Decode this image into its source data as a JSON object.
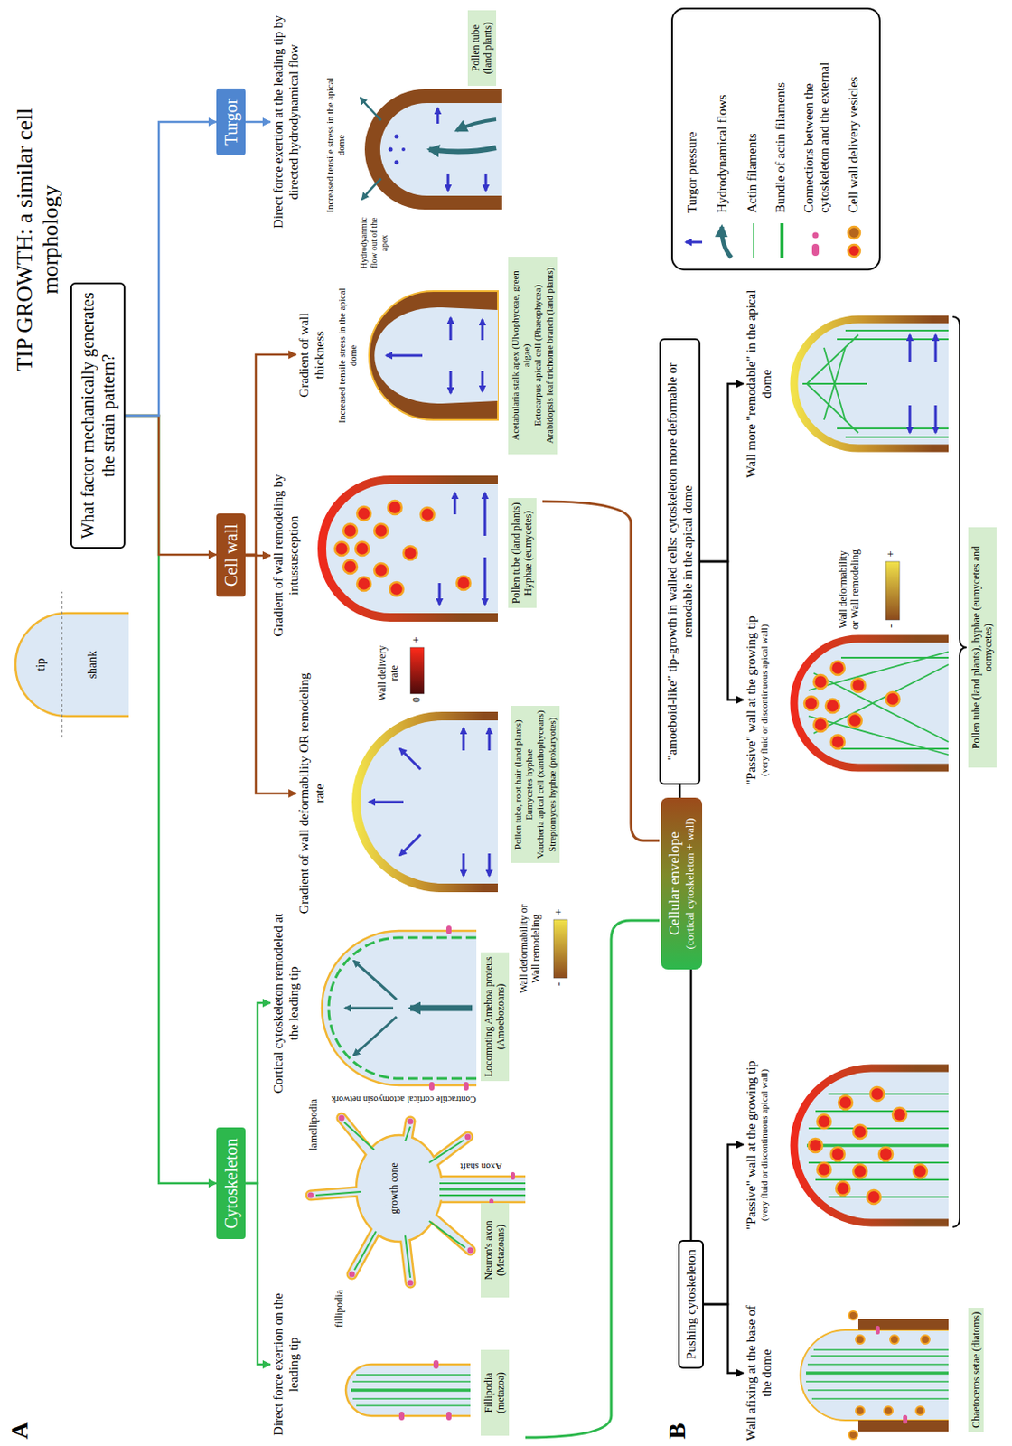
{
  "diagram": {
    "title": "TIP GROWTH: a similar cell morphology",
    "nodes": [
      {
        "text": [
          "What factor mechanically generates the strain pattern?"
        ]
      },
      {
        "text": [
          "Cytoskeleton"
        ]
      },
      {
        "text": [
          "Cell wall"
        ]
      },
      {
        "text": [
          "Turgor"
        ]
      },
      {
        "text": [
          "Direct force exertion on the leading tip"
        ]
      },
      {
        "text": [
          "Cortical cytoskeleton remodeled at the leading tip"
        ]
      },
      {
        "text": [
          "Gradient of wall deformability OR remodeling rate"
        ]
      },
      {
        "text": [
          "Gradient of wall remodeling by intussusception"
        ]
      },
      {
        "text": [
          "Gradient of wall thickness"
        ]
      },
      {
        "text": [
          "Direct force exertion at the leading tip by directed hydrodynamical flow"
        ]
      },
      {
        "text": [
          "Fillipodia (metazoa)"
        ]
      },
      {
        "text": [
          "Neuron's axon (Metazoans)"
        ]
      },
      {
        "text": [
          "Locomoting Ameboa proteus (Amoebozoans)"
        ]
      },
      {
        "text": [
          "Pollen tube, root hair (land plants)",
          "Eumycetes hyphae",
          "Vaucheria apical cell (xanthophyceans)",
          "Streptomyces hyphae (prokaryotes)"
        ]
      },
      {
        "text": [
          "Pollen tube (land plants)",
          "Hyphae (eumycetes)"
        ]
      },
      {
        "text": [
          "Acetabularia stalk apex (Ulvophyceae, green algae)",
          "Ectocarpus apical cell (Phaeophycea)",
          "Arabidopsis leaf trichome branch (land plants)"
        ]
      },
      {
        "text": [
          "Pollen tube (land plants)"
        ]
      },
      {
        "text": [
          "Cellular envelope",
          "(cortical cytoskeleton + wall)"
        ]
      },
      {
        "text": [
          "Pushing cytoskeleton"
        ]
      },
      {
        "text": [
          "\"amoeboid-like\" tip-growth in walled cells: cytoskeleton more deformable or remodable in the apical dome"
        ]
      },
      {
        "text": [
          "Wall afixing at the base of the dome"
        ]
      },
      {
        "text": [
          "\"Passive\" wall at the growing tip",
          "(very fluid or discontinuous apical wall)"
        ]
      },
      {
        "text": [
          "\"Passive\" wall at the growing tip",
          "(very fluid or discontinuous apical wall)"
        ]
      },
      {
        "text": [
          "Wall more \"remodable\" in the apical dome"
        ]
      },
      {
        "text": [
          "Chaetoceros setae (diatoms)"
        ]
      },
      {
        "text": [
          "Pollen tube (land plants), hyphae (eumycetes and oomycetes)"
        ]
      }
    ],
    "edges": [
      {
        "from": 0,
        "to": 1,
        "arrow": "to"
      },
      {
        "from": 0,
        "to": 2,
        "arrow": "to"
      },
      {
        "from": 0,
        "to": 3,
        "arrow": "to"
      },
      {
        "from": 1,
        "to": 4,
        "arrow": "to"
      },
      {
        "from": 1,
        "to": 5,
        "arrow": "to"
      },
      {
        "from": 2,
        "to": 6,
        "arrow": "to"
      },
      {
        "from": 2,
        "to": 7,
        "arrow": "to"
      },
      {
        "from": 2,
        "to": 8,
        "arrow": "to"
      },
      {
        "from": 3,
        "to": 9,
        "arrow": "to"
      },
      {
        "from": 17,
        "to": 18,
        "arrow": "none"
      },
      {
        "from": 17,
        "to": 19,
        "arrow": "none"
      },
      {
        "from": 18,
        "to": 20,
        "arrow": "to"
      },
      {
        "from": 18,
        "to": 21,
        "arrow": "to"
      },
      {
        "from": 19,
        "to": 22,
        "arrow": "to"
      },
      {
        "from": 19,
        "to": 23,
        "arrow": "to"
      }
    ],
    "labels": [
      "A",
      "tip",
      "shank",
      "fillipodia",
      "lamellipodia",
      "growth cone",
      "Axon shaft",
      "Contractile cortical actomyosin network",
      "Wall deformability or Wall remodeling",
      "+",
      "-",
      "Wall delivery rate",
      "0",
      "+",
      "Increased tensile stress in the apical dome",
      "Increased tensile stress in the apical dome",
      "Hydrodyanmic flow out of the apex",
      "B",
      "Wall deformability or Wall remodeling",
      "+",
      "-"
    ],
    "legend": [
      {
        "text": "Turgor pressure"
      },
      {
        "text": "Hydrodynamical flows"
      },
      {
        "text": "Actin filaments"
      },
      {
        "text": "Bundle of actin filaments"
      },
      {
        "text": "Connections between the cytoskeleton and the external"
      },
      {
        "text": "Cell wall delivery vesicles"
      }
    ]
  }
}
